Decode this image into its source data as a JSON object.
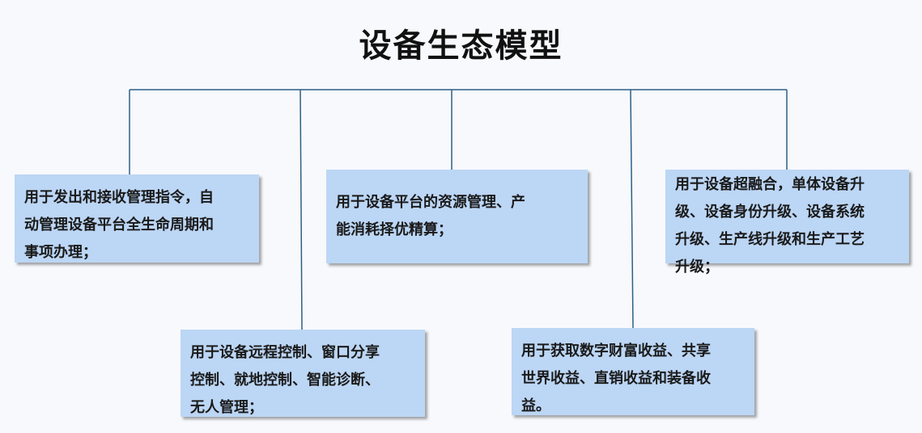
{
  "title": "设备生态模型",
  "boxes": [
    {
      "lines": [
        "用于发出和接收管理指令，自",
        "动管理设备平台全生命周期和",
        "事项办理；"
      ]
    },
    {
      "lines": [
        "用于设备远程控制、窗口分享",
        "控制、就地控制、智能诊断、",
        "无人管理；"
      ]
    },
    {
      "lines": [
        "用于设备平台的资源管理、产",
        "能消耗择优精算；"
      ]
    },
    {
      "lines": [
        "用于获取数字财富收益、共享",
        "世界收益、直销收益和装备收",
        "益。"
      ]
    },
    {
      "lines": [
        "用于设备超融合，单体设备升",
        "级、设备身份升级、设备系统",
        "升级、生产线升级和生产工艺",
        "升级；"
      ]
    }
  ],
  "colors": {
    "box_fill": "#bcd6f5",
    "connector": "#2e5f86"
  }
}
